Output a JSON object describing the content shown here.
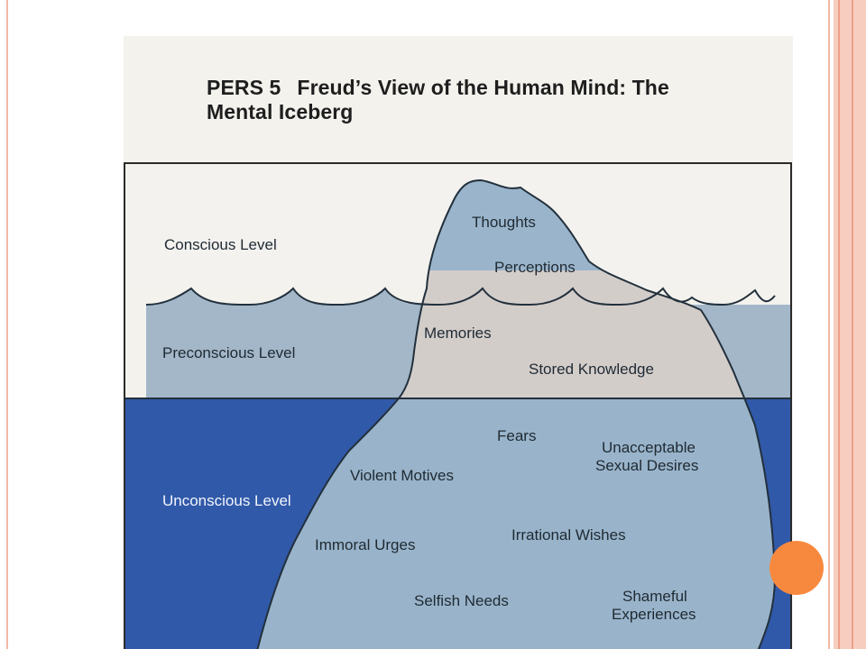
{
  "title": {
    "number": "PERS 5",
    "line1": "Freud’s View of the Human Mind:  The",
    "line2": "Mental Iceberg"
  },
  "levels": {
    "conscious": "Conscious Level",
    "preconscious": "Preconscious Level",
    "unconscious": "Unconscious Level"
  },
  "conscious_contents": [
    "Thoughts",
    "Perceptions"
  ],
  "preconscious_contents": [
    "Memories",
    "Stored Knowledge"
  ],
  "unconscious_contents": [
    "Fears",
    "Unacceptable",
    "Sexual Desires",
    "Violent Motives",
    "Irrational Wishes",
    "Immoral Urges",
    "Selfish Needs",
    "Shameful",
    "Experiences"
  ],
  "colors": {
    "sky": "#f3f2ef",
    "preconscious_water": "#a3b7c9",
    "deep_water": "#3159a9",
    "iceberg_top": "#9ab5cb",
    "iceberg_preconscious": "#d3cdca",
    "iceberg_unconscious": "#99b4ca",
    "accent": "#f7893f"
  }
}
